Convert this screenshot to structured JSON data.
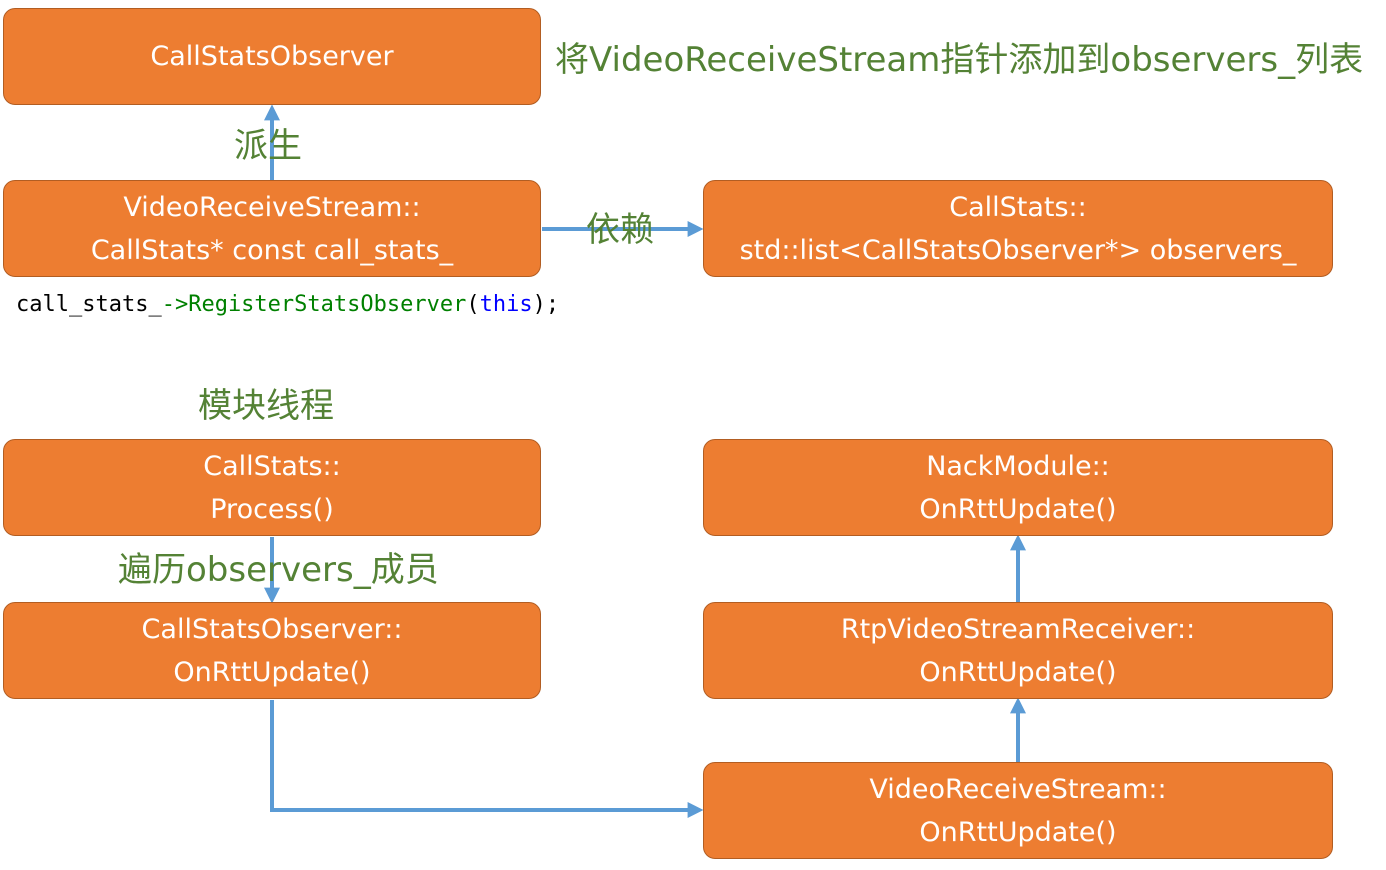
{
  "colors": {
    "box_fill": "#ed7d31",
    "box_border": "#b25d22",
    "box_text": "#ffffff",
    "label_text": "#548235",
    "arrow": "#5b9bd5",
    "code_fn": "#008000",
    "code_kw": "#0000ff"
  },
  "nodes": {
    "call_stats_observer": {
      "line1": "CallStatsObserver"
    },
    "video_receive_stream_member": {
      "line1": "VideoReceiveStream::",
      "line2": "CallStats* const call_stats_"
    },
    "call_stats_list": {
      "line1": "CallStats::",
      "line2": "std::list<CallStatsObserver*> observers_"
    },
    "call_stats_process": {
      "line1": "CallStats::",
      "line2": "Process()"
    },
    "observer_on_rtt_update": {
      "line1": "CallStatsObserver::",
      "line2": "OnRttUpdate()"
    },
    "nack_module_on_rtt_update": {
      "line1": "NackModule::",
      "line2": "OnRttUpdate()"
    },
    "rtp_receiver_on_rtt_update": {
      "line1": "RtpVideoStreamReceiver::",
      "line2": "OnRttUpdate()"
    },
    "video_receive_stream_on_rtt_update": {
      "line1": "VideoReceiveStream::",
      "line2": "OnRttUpdate()"
    }
  },
  "labels": {
    "add_to_list": "将VideoReceiveStream指针添加到observers_列表",
    "derive": "派生",
    "depend": "依赖",
    "module_thread": "模块线程",
    "iterate_observers": "遍历observers_成员"
  },
  "code": {
    "object": "call_stats_",
    "arrow_op": "->",
    "method": "RegisterStatsObserver",
    "open_paren": "(",
    "arg": "this",
    "close": ");"
  }
}
